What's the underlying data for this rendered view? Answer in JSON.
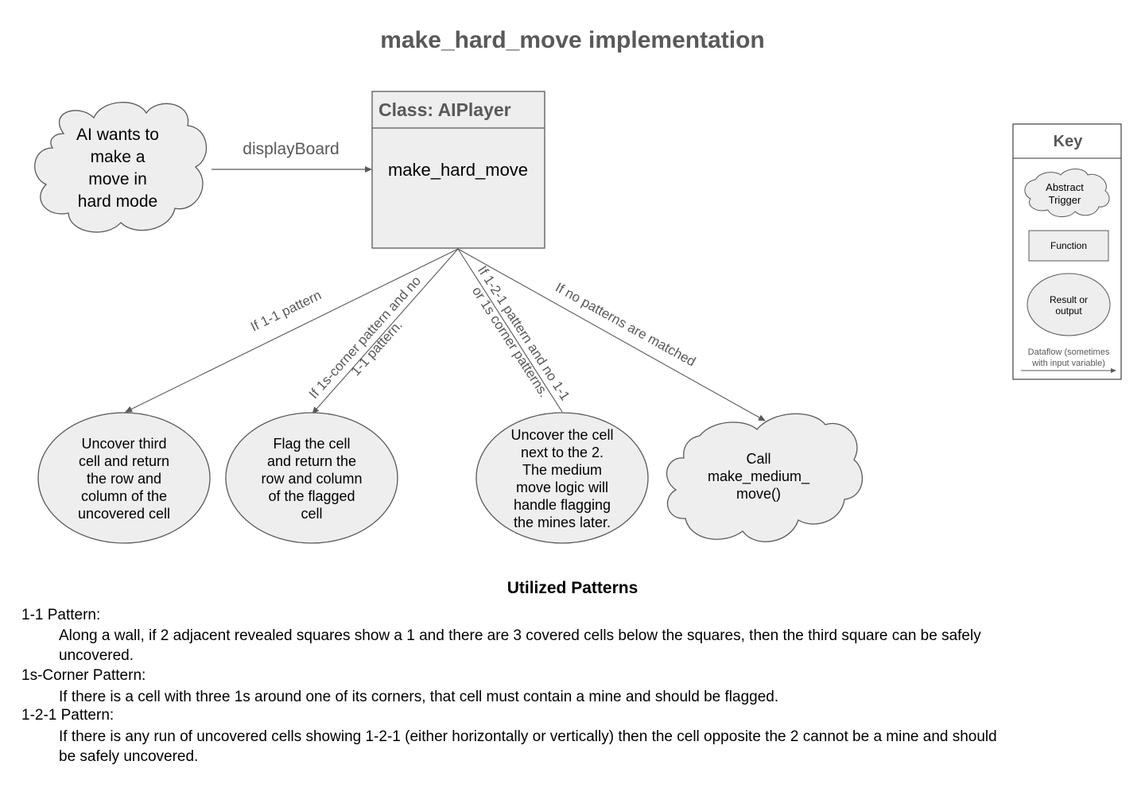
{
  "title": "make_hard_move implementation",
  "trigger": {
    "lines": [
      "AI wants to",
      "make a",
      "move in",
      "hard mode"
    ]
  },
  "class_box": {
    "header": "Class: AIPlayer",
    "method": "make_hard_move"
  },
  "input_edge_label": "displayBoard",
  "branches": {
    "one_one": {
      "label": "If 1-1 pattern",
      "result_lines": [
        "Uncover third",
        "cell and return",
        "the row and",
        "column of the",
        "uncovered cell"
      ]
    },
    "ones_corner": {
      "label_lines": [
        "If 1s-corner pattern and no",
        "1-1 pattern."
      ],
      "result_lines": [
        "Flag the cell",
        "and return the",
        "row and column",
        "of the flagged",
        "cell"
      ]
    },
    "one_two_one": {
      "label_lines": [
        "If 1-2-1 pattern and no 1-1",
        "or 1s corner patterns."
      ],
      "result_lines": [
        "Uncover the cell",
        "next to the 2.",
        "The medium",
        "move logic will",
        "handle flagging",
        "the mines later."
      ]
    },
    "no_pattern": {
      "label": "If no patterns are matched",
      "result_lines": [
        "Call",
        "make_medium_",
        "move()"
      ]
    }
  },
  "key": {
    "title": "Key",
    "abstract_trigger_lines": [
      "Abstract",
      "Trigger"
    ],
    "function": "Function",
    "result_lines": [
      "Result or",
      "output"
    ],
    "dataflow_lines": [
      "Dataflow (sometimes",
      "with input variable)"
    ]
  },
  "patterns_section": {
    "title": "Utilized Patterns",
    "items": [
      {
        "name": "1-1 Pattern:",
        "desc_lines": [
          "Along a wall, if 2 adjacent revealed squares show a 1 and there are 3 covered cells below the squares, then the third square can be safely",
          "uncovered."
        ]
      },
      {
        "name": "1s-Corner Pattern:",
        "desc_lines": [
          "If there is a cell with three 1s around one of its corners, that cell must contain a mine and should be flagged."
        ]
      },
      {
        "name": "1-2-1 Pattern:",
        "desc_lines": [
          "If there is any run of uncovered cells showing 1-2-1 (either horizontally or vertically) then the cell opposite the 2 cannot be a mine and should",
          "be safely uncovered."
        ]
      }
    ]
  },
  "colors": {
    "shape_fill": "#eeeeee",
    "stroke": "#595959",
    "title_text": "#595959",
    "label_text": "#595959"
  }
}
